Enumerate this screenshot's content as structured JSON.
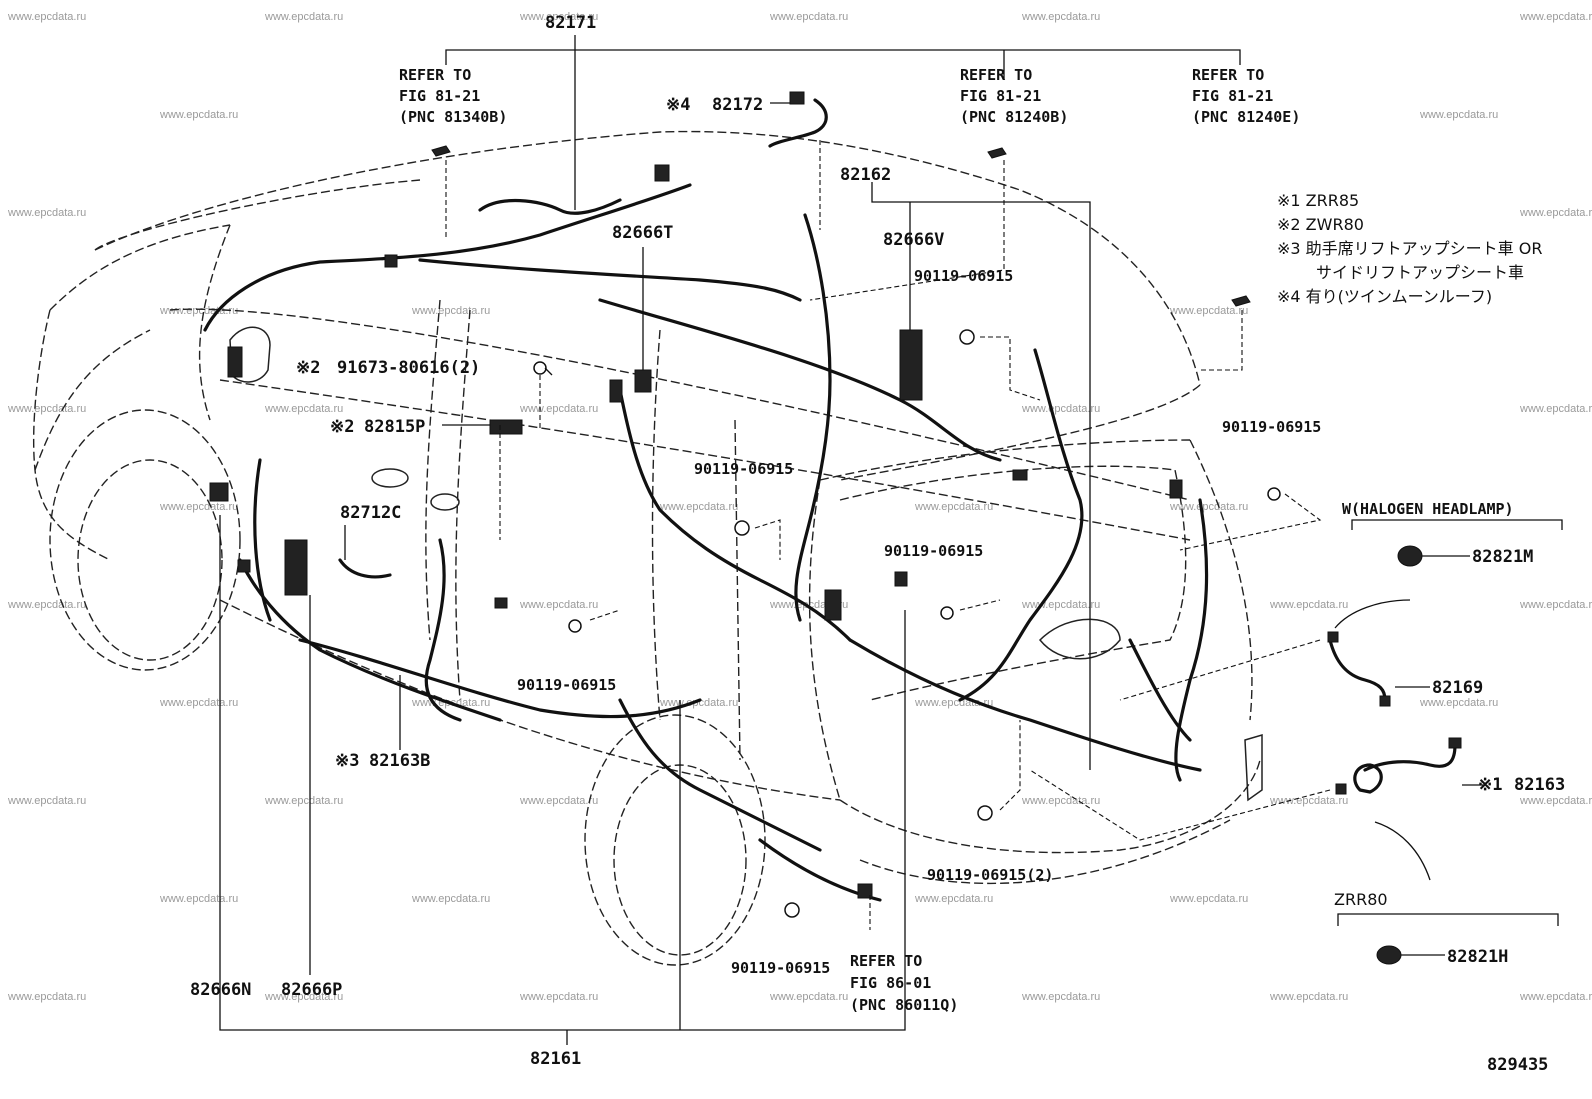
{
  "watermark": "www.epcdata.ru",
  "figure_id": "829435",
  "part_labels": {
    "p82171": "82171",
    "p82172": "82172",
    "p82162": "82162",
    "p82666T": "82666T",
    "p82666V": "82666V",
    "p82815P": "82815P",
    "p91673": "91673-80616(2)",
    "p82712C": "82712C",
    "p82163B": "82163B",
    "p82666N": "82666N",
    "p82666P": "82666P",
    "p82161": "82161",
    "p82821M": "82821M",
    "p82169": "82169",
    "p82163": "82163",
    "p82821H": "82821H",
    "b1": "90119-06915",
    "b2": "90119-06915",
    "b3": "90119-06915",
    "b4": "90119-06915",
    "b5": "90119-06915",
    "b6": "90119-06915",
    "b7": "90119-06915(2)"
  },
  "markers": {
    "m4": "※4",
    "m2a": "※2",
    "m2b": "※2",
    "m3": "※3",
    "m1": "※1"
  },
  "references": {
    "r1": {
      "line1": "REFER TO",
      "line2": "FIG 81-21",
      "line3": "(PNC 81340B)"
    },
    "r2": {
      "line1": "REFER TO",
      "line2": "FIG 81-21",
      "line3": "(PNC 81240B)"
    },
    "r3": {
      "line1": "REFER TO",
      "line2": "FIG 81-21",
      "line3": "(PNC 81240E)"
    },
    "r4": {
      "line1": "REFER TO",
      "line2": "FIG 86-01",
      "line3": "(PNC 86011Q)"
    }
  },
  "legend": {
    "n1": "※1 ZRR85",
    "n2": "※2 ZWR80",
    "n3": "※3 助手席リフトアップシート車 OR",
    "n3b": "サイドリフトアップシート車",
    "n4": "※4 有り(ツインムーンルーフ)"
  },
  "groups": {
    "halogen": "W(HALOGEN HEADLAMP)",
    "zrr80": "ZRR80"
  }
}
